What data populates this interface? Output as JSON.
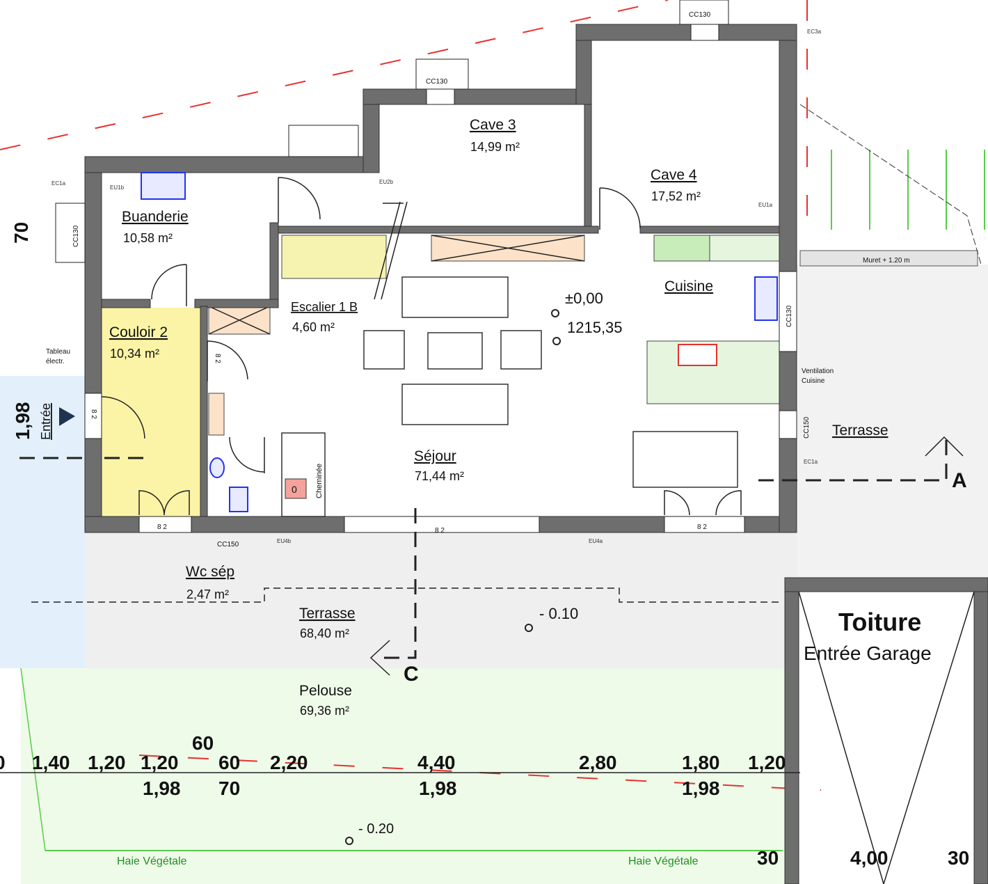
{
  "rooms": {
    "cave3": {
      "name": "Cave 3",
      "area": "14,99 m²"
    },
    "cave4": {
      "name": "Cave 4",
      "area": "17,52 m²"
    },
    "buanderie": {
      "name": "Buanderie",
      "area": "10,58 m²"
    },
    "escalier": {
      "name": "Escalier 1 B",
      "area": "4,60 m²"
    },
    "couloir": {
      "name": "Couloir 2",
      "area": "10,34 m²"
    },
    "cuisine": {
      "name": "Cuisine"
    },
    "sejour": {
      "name": "Séjour",
      "area": "71,44 m²"
    },
    "wc": {
      "name": "Wc sép",
      "area": "2,47 m²"
    },
    "terrasse": {
      "name": "Terrasse",
      "area": "68,40 m²"
    },
    "terrasse_right": {
      "name": "Terrasse"
    },
    "pelouse": {
      "name": "Pelouse",
      "area": "69,36 m²"
    },
    "entree": {
      "name": "Entrée"
    }
  },
  "levels": {
    "main": "±0,00",
    "altitude": "1215,35",
    "terrasse": "- 0.10",
    "pelouse": "- 0.20"
  },
  "toiture": {
    "title": "Toiture",
    "subtitle": "Entrée Garage"
  },
  "labels": {
    "cheminee": "Cheminée",
    "tableau": [
      "Tableau",
      "électr."
    ],
    "haie_left": "Haie Végétale",
    "haie_right": "Haie Végétale",
    "muret": "Muret + 1.20 m",
    "ventilation": [
      "Ventilation",
      "Cuisine"
    ],
    "section_a": "A",
    "section_c": "C",
    "fireplace_box": "0"
  },
  "tags": {
    "cc130_top1": "CC130",
    "cc130_top2": "CC130",
    "cc130_left": "CC130",
    "cc130_right": "CC130",
    "cc150_right": "CC150",
    "cc150_bottom": "CC150",
    "ec3a": "EC3a",
    "ec1a_left": "EC1a",
    "ec1a_right": "EC1a",
    "eu1b": "EU1b",
    "eu2b": "EU2b",
    "eu1a": "EU1a",
    "eu4b": "EU4b",
    "eu4a": "EU4a",
    "win_82": "8 2",
    "win_82b": "8 2",
    "win_82c": "8 2",
    "win_82d": "8 2",
    "win_82e": "8 2"
  },
  "dimensions": {
    "row1": [
      "0",
      "1,40",
      "1,20",
      "1,20",
      "60",
      "60",
      "2,20",
      "4,40",
      "2,80",
      "1,80",
      "1,20"
    ],
    "row2": [
      "1,98",
      "70",
      "1,98",
      "1,98"
    ],
    "garage": [
      "30",
      "4,00",
      "30"
    ],
    "left": [
      "70",
      "1,98"
    ]
  },
  "colors": {
    "wall": "#6e6e6e",
    "couloir": "#fbf4a6",
    "entree": "#e3f0fb",
    "terrasse": "#efefef",
    "pelouse": "#eefbe9",
    "cuisine": "#e6f6de",
    "stairs": "#f6f3b0",
    "storage": "#fbe2c8"
  }
}
